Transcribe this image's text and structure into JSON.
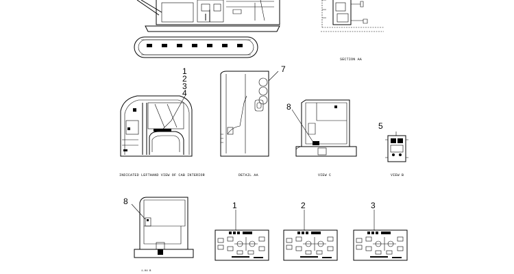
{
  "captions": {
    "section_aa": "SECTION AA",
    "cab_interior": "INDICATED LEFTHAND VIEW OF CAB INTERIOR",
    "detail": "DETAIL AA",
    "view_c": "VIEW C",
    "view_b": "VIEW B"
  },
  "callouts": {
    "c1": "1",
    "c2": "2",
    "c3": "3",
    "c4": "4",
    "c5": "5",
    "c7": "7",
    "c8a": "8",
    "c8b": "8",
    "panel1": "1",
    "panel2": "2",
    "panel3": "3"
  }
}
